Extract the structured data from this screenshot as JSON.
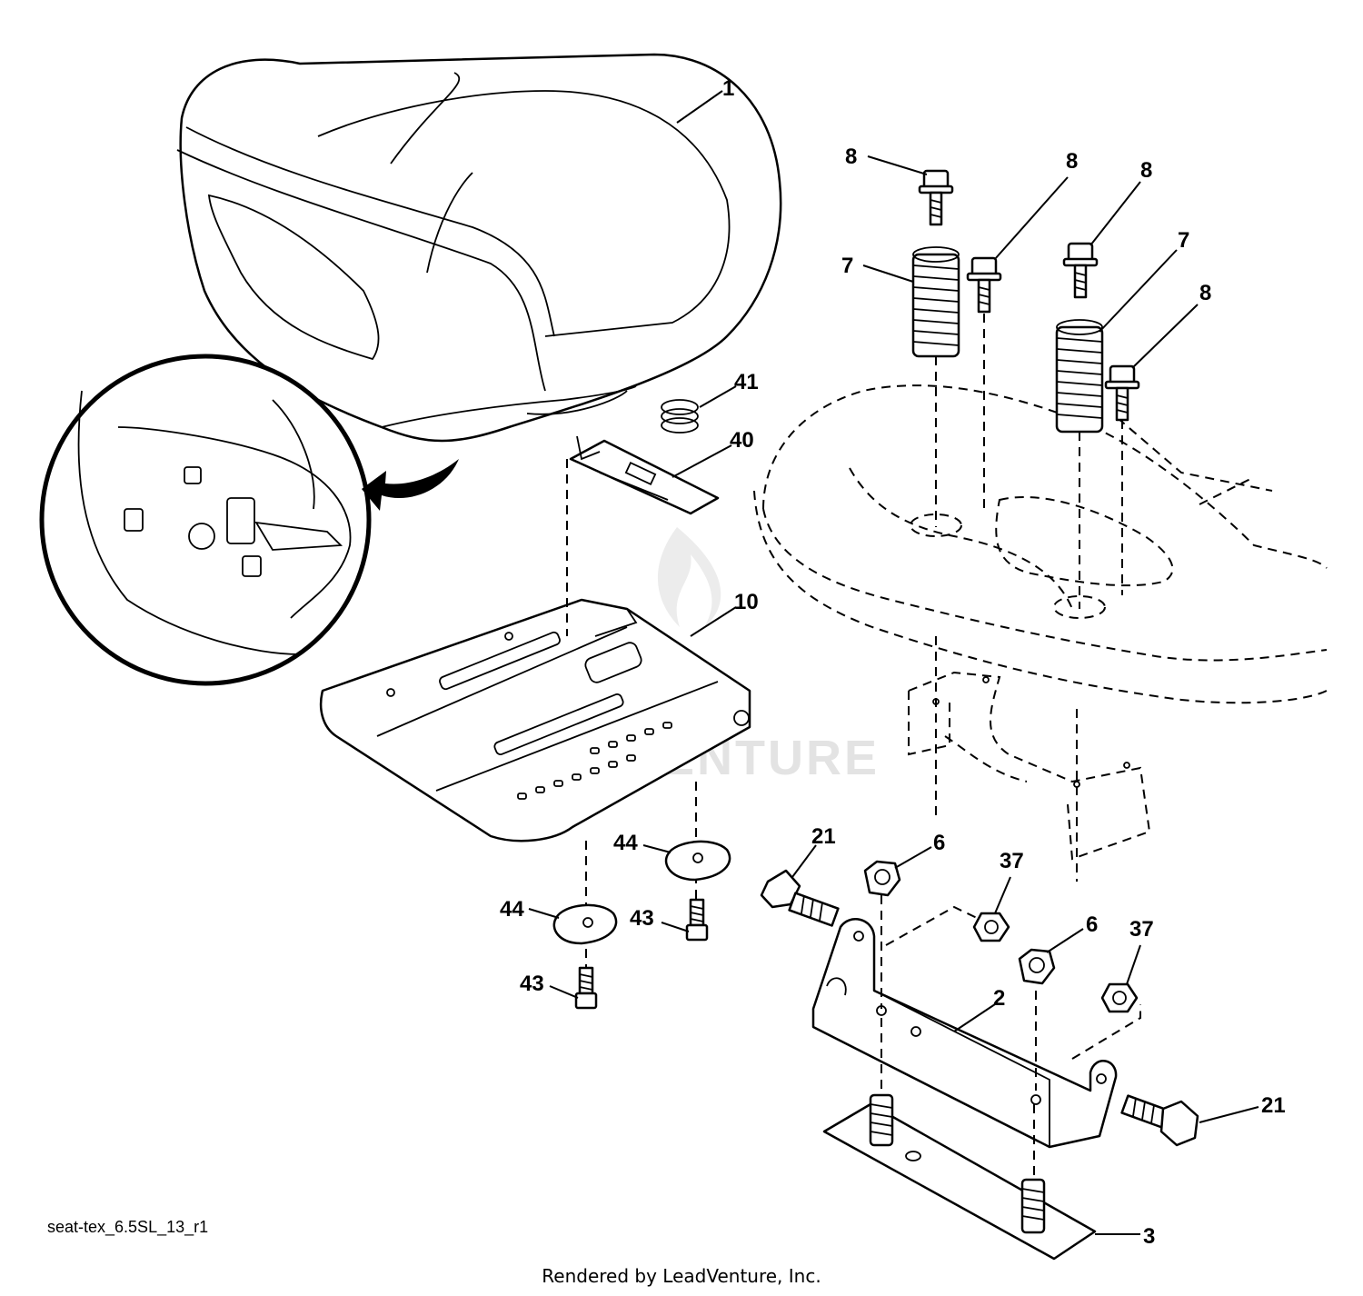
{
  "diagram_id": "seat-tex_6.5SL_13_r1",
  "credit": "Rendered by LeadVenture, Inc.",
  "watermark": "LEADVENTURE",
  "callouts": {
    "seat": "1",
    "bracket": "2",
    "plate": "3",
    "nut_left": "6",
    "nut_right": "6",
    "spring_left": "7",
    "spring_right": "7",
    "bolt_1": "8",
    "bolt_2": "8",
    "bolt_3": "8",
    "bolt_4": "8",
    "seat_pan": "10",
    "bolt_21_left": "21",
    "bolt_21_right": "21",
    "nut_37_left": "37",
    "nut_37_right": "37",
    "latch": "40",
    "small_spring": "41",
    "screw_43_left": "43",
    "screw_43_right": "43",
    "washer_44_left": "44",
    "washer_44_right": "44"
  }
}
